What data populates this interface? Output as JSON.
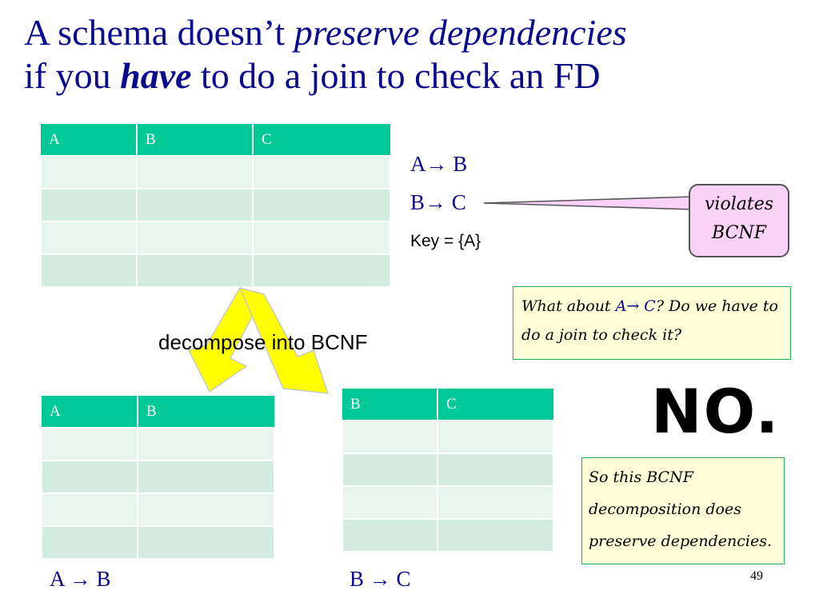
{
  "title": {
    "part1": "A schema doesn’t ",
    "part2": "preserve dependencies",
    "part3": "if you ",
    "part4": "have",
    "part5": " to do a join to check an FD"
  },
  "top_table": {
    "headers": [
      "A",
      "B",
      "C"
    ]
  },
  "fds": {
    "fd1": "A→ B",
    "fd2": "B→ C",
    "key": "Key = {A}"
  },
  "violates": {
    "line1": "violates",
    "line2": "BCNF"
  },
  "what_about": {
    "part1": "What about ",
    "part2": "A→ C",
    "part3": "?   Do we have to do a join to check it?"
  },
  "decompose_label": "decompose into BCNF",
  "left_table": {
    "headers": [
      "A",
      "B"
    ]
  },
  "right_table": {
    "headers": [
      "B",
      "C"
    ]
  },
  "no_text": "NO.",
  "so_this": "So this BCNF decomposition does preserve dependencies.",
  "left_fd": "A → B",
  "right_fd": "B → C",
  "page_number": "49",
  "colors": {
    "title_blue": "#0a0a8c",
    "header_green": "#00c896",
    "arrow_yellow": "#ffff00",
    "pink_box": "#fad1f7",
    "yellow_box": "#fefed8"
  }
}
